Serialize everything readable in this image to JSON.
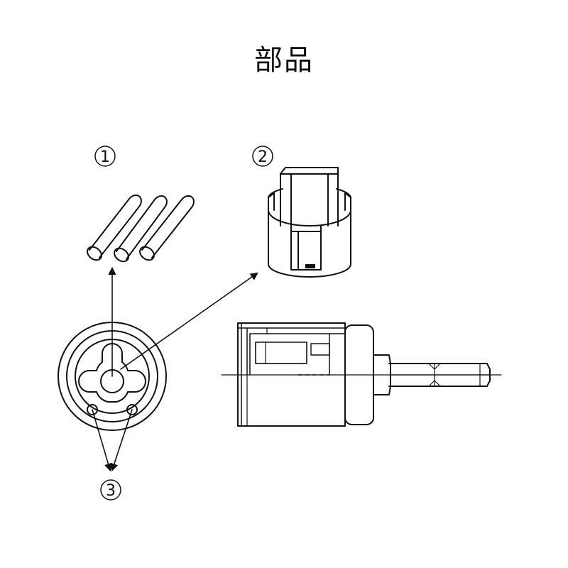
{
  "title": "部品",
  "labels": {
    "pins": "1",
    "insert": "2",
    "holes": "3"
  },
  "colors": {
    "stroke": "#111111",
    "background": "#ffffff"
  }
}
